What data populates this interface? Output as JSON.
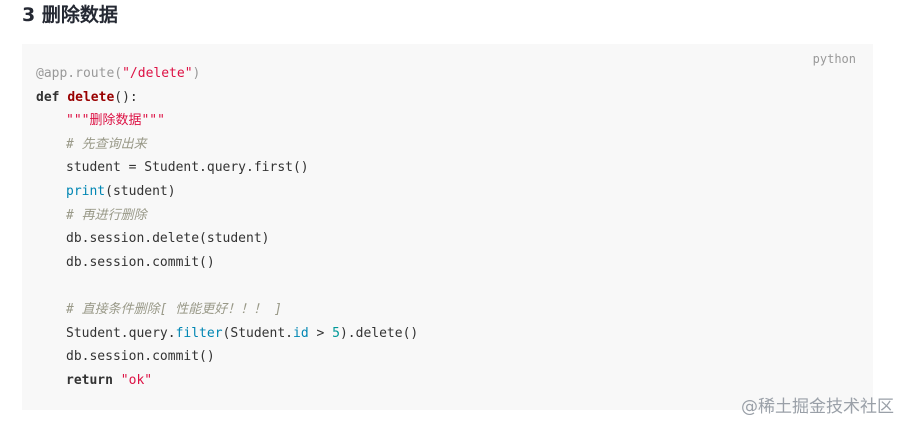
{
  "heading": "3 删除数据",
  "code_block": {
    "language": "python",
    "lines": {
      "l1": {
        "decorator": "@app.route(",
        "route": "\"/delete\"",
        "close": ")"
      },
      "l2": {
        "kw": "def",
        "fn": "delete",
        "rest": "():"
      },
      "l3": {
        "docstring": "\"\"\"删除数据\"\"\""
      },
      "l4": {
        "comment": "# 先查询出来"
      },
      "l5": {
        "text": "student = Student.query.first()"
      },
      "l6": {
        "builtin": "print",
        "rest": "(student)"
      },
      "l7": {
        "comment": "# 再进行删除"
      },
      "l8": {
        "text": "db.session.delete(student)"
      },
      "l9": {
        "text": "db.session.commit()"
      },
      "l11": {
        "comment": "# 直接条件删除[ 性能更好！！！ ]"
      },
      "l12": {
        "pre": "Student.query.",
        "method": "filter",
        "mid": "(Student.",
        "attr": "id",
        "op": " > ",
        "num": "5",
        "post": ").delete()"
      },
      "l13": {
        "text": "db.session.commit()"
      },
      "l14": {
        "kw": "return",
        "str": "\"ok\""
      }
    }
  },
  "watermark": "@稀土掘金技术社区"
}
